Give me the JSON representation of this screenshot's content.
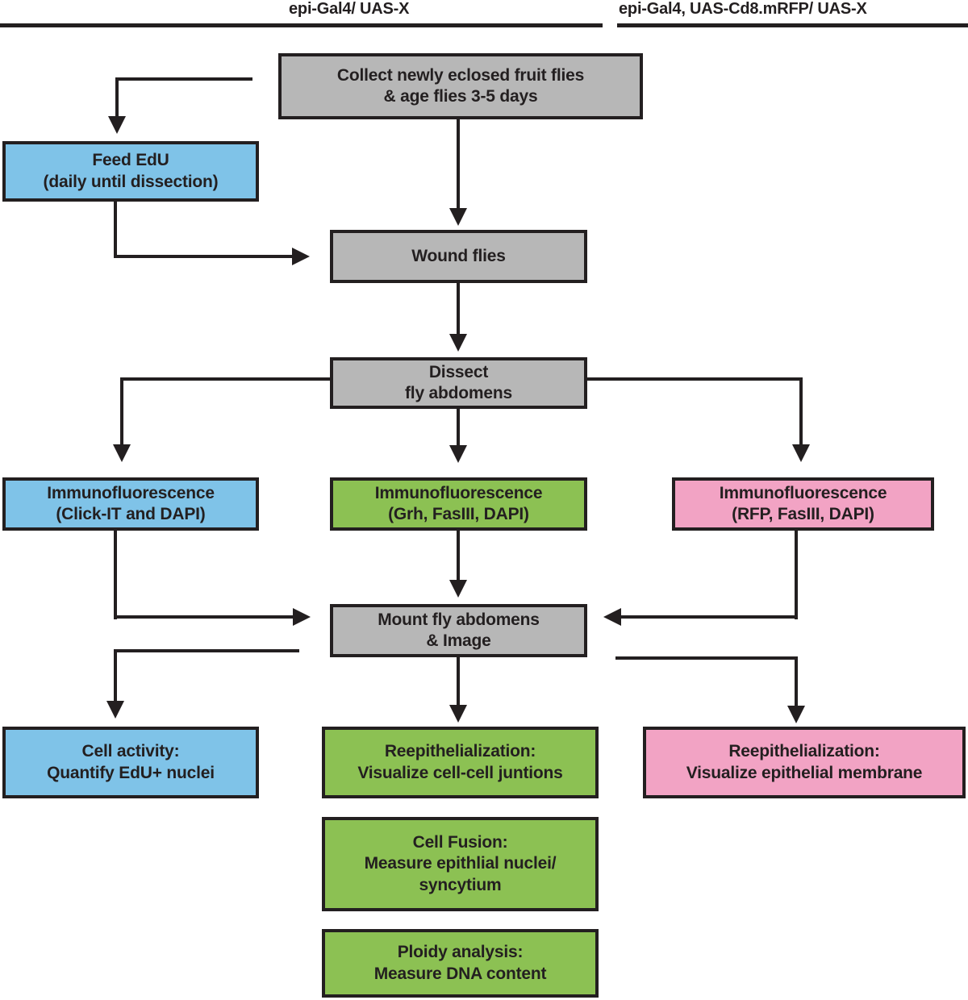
{
  "header": {
    "left_label": "epi-Gal4/ UAS-X",
    "right_label": "epi-Gal4, UAS-Cd8.mRFP/ UAS-X"
  },
  "nodes": {
    "collect": "Collect newly eclosed fruit flies\n& age flies 3-5 days",
    "feed_edu": "Feed EdU\n(daily until dissection)",
    "wound": "Wound flies",
    "dissect": "Dissect\nfly abdomens",
    "if_click_it": "Immunofluorescence\n(Click-IT and DAPI)",
    "if_grh": "Immunofluorescence\n(Grh, FasIII, DAPI)",
    "if_rfp": "Immunofluorescence\n(RFP, FasIII, DAPI)",
    "mount": "Mount fly abdomens\n& Image",
    "cell_activity": "Cell activity:\nQuantify EdU+ nuclei",
    "reepi_junctions": "Reepithelialization:\nVisualize cell-cell juntions",
    "reepi_membrane": "Reepithelialization:\nVisualize epithelial membrane",
    "cell_fusion": "Cell Fusion:\nMeasure epithlial nuclei/\nsyncytium",
    "ploidy": "Ploidy analysis:\nMeasure DNA content"
  },
  "colors": {
    "gray": "#b7b7b7",
    "blue": "#7fc3e8",
    "green": "#8cc153",
    "pink": "#f2a3c4",
    "stroke": "#231f20"
  }
}
